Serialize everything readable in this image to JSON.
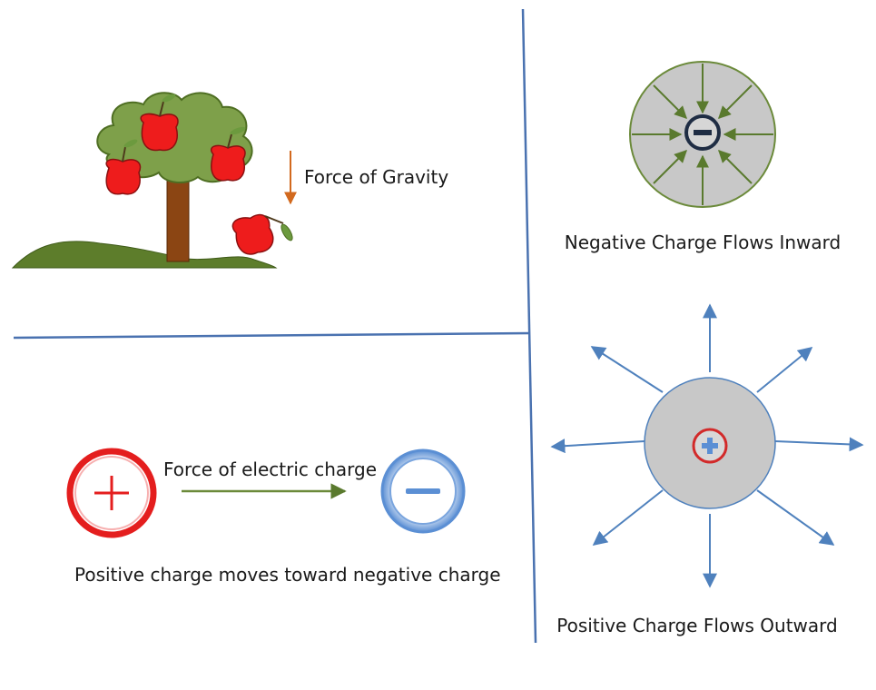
{
  "labels": {
    "gravity": "Force of Gravity",
    "negative_inward": "Negative Charge Flows Inward",
    "electric_force": "Force of electric charge",
    "positive_moves": "Positive charge moves toward negative charge",
    "positive_outward": "Positive Charge Flows Outward"
  },
  "symbols": {
    "plus": "+",
    "minus": "−"
  },
  "colors": {
    "divider": "#4a72b0",
    "gravity_arrow": "#d2691e",
    "inward_arrow": "#5a7a2e",
    "outward_arrow": "#4f81bd",
    "charge_red": "#e41e1e",
    "charge_blue": "#5b8fd4",
    "sphere_gray": "#c8c8c8",
    "apple_red": "#ee1c1c",
    "leaf_green": "#6c9a3e",
    "trunk_brown": "#8b4513"
  }
}
